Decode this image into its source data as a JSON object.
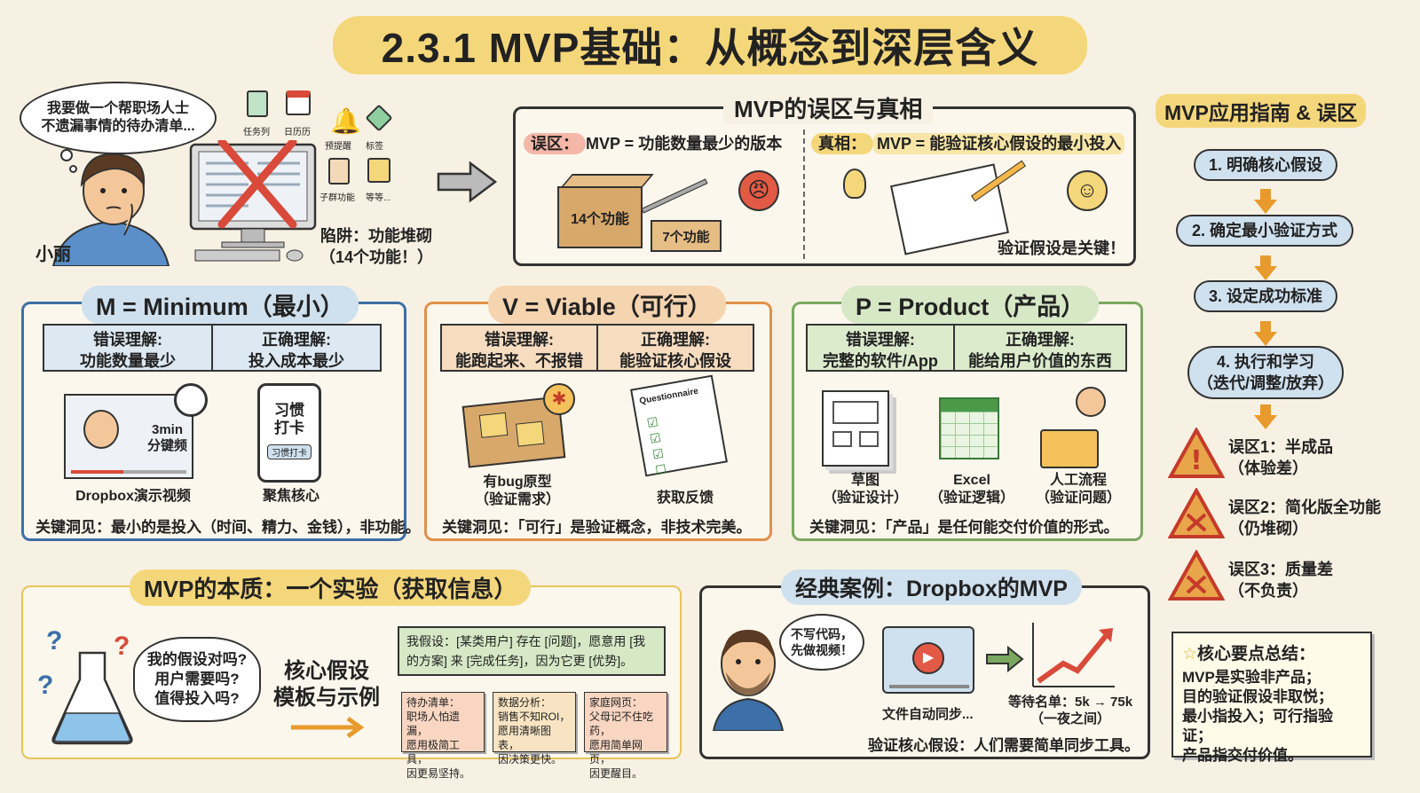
{
  "title": "2.3.1 MVP基础：从概念到深层含义",
  "intro": {
    "bubble": "我要做一个帮职场人士不遗漏事情的待办清单...",
    "person": "小丽",
    "icons": [
      "任务列",
      "日历历",
      "预提醒",
      "标签",
      "子群功能",
      "等等..."
    ],
    "trap_line1": "陷阱：功能堆砌",
    "trap_line2": "（14个功能！）"
  },
  "myths": {
    "title": "MVP的误区与真相",
    "myth_label": "误区：",
    "myth_text": "MVP = 功能数量最少的版本",
    "truth_label": "真相：",
    "truth_text": "MVP = 能验证核心假设的最小投入",
    "box_big": "14个功能",
    "box_small": "7个功能",
    "truth_caption": "验证假设是关键！"
  },
  "minimum": {
    "title": "M = Minimum（最小）",
    "wrong_h": "错误理解:",
    "wrong_t": "功能数量最少",
    "right_h": "正确理解:",
    "right_t": "投入成本最少",
    "video_label": "3min\n分键频",
    "cap1": "Dropbox演示视频",
    "phone_text": "习惯\n打卡",
    "phone_btn": "习惯打卡",
    "cap2": "聚焦核心",
    "insight": "关键洞见：最小的是投入（时间、精力、金钱），非功能。"
  },
  "viable": {
    "title": "V = Viable（可行）",
    "wrong_h": "错误理解:",
    "wrong_t": "能跑起来、不报错",
    "right_h": "正确理解:",
    "right_t": "能验证核心假设",
    "clip": "Questionnaire",
    "cap1_a": "有bug原型",
    "cap1_b": "（验证需求）",
    "cap2": "获取反馈",
    "insight": "关键洞见：「可行」是验证概念，非技术完美。"
  },
  "product": {
    "title": "P = Product（产品）",
    "wrong_h": "错误理解:",
    "wrong_t": "完整的软件/App",
    "right_h": "正确理解:",
    "right_t": "能给用户价值的东西",
    "cap1_a": "草图",
    "cap1_b": "（验证设计）",
    "cap2_a": "Excel",
    "cap2_b": "（验证逻辑）",
    "cap3_a": "人工流程",
    "cap3_b": "（验证问题）",
    "insight": "关键洞见：「产品」是任何能交付价值的形式。"
  },
  "essence": {
    "title": "MVP的本质：一个实验（获取信息）",
    "questions": "我的假设对吗?\n用户需要吗?\n值得投入吗?",
    "template_label": "核心假设\n模板与示例",
    "template": "我假设：[某类用户] 存在 [问题]，愿意用 [我的方案] 来 [完成任务]，因为它更 [优势]。",
    "notes": [
      "待办清单：\n职场人怕遗漏，\n愿用极简工具，\n因更易坚持。",
      "数据分析：\n销售不知ROI，\n愿用清晰图表，\n因决策更快。",
      "家庭网页：\n父母记不住吃药，\n愿用简单网页，\n因更醒目。"
    ]
  },
  "case": {
    "title": "经典案例：Dropbox的MVP",
    "bubble": "不写代码，\n先做视频！",
    "video_cap": "文件自动同步...",
    "waitlist": "等待名单：5k → 75k\n（一夜之间）",
    "verify": "验证核心假设：人们需要简单同步工具。"
  },
  "guide": {
    "title": "MVP应用指南 & 误区",
    "steps": [
      "1. 明确核心假设",
      "2. 确定最小验证方式",
      "3. 设定成功标准",
      "4. 执行和学习\n（迭代/调整/放弃）"
    ],
    "pitfalls": [
      {
        "label": "误区1：半成品",
        "sub": "（体验差）"
      },
      {
        "label": "误区2：简化版全功能",
        "sub": "（仍堆砌）"
      },
      {
        "label": "误区3：质量差",
        "sub": "（不负责）"
      }
    ],
    "summary_title": "核心要点总结：",
    "summary": "MVP是实验非产品；\n目的验证假设非取悦；\n最小指投入；可行指验证；\n产品指交付价值。"
  },
  "colors": {
    "blue": "#3d6fa8",
    "orange": "#e0914a",
    "green": "#7aa860",
    "yellow": "#f5d77b",
    "red": "#d94a3a",
    "bg": "#f7f1e3"
  }
}
